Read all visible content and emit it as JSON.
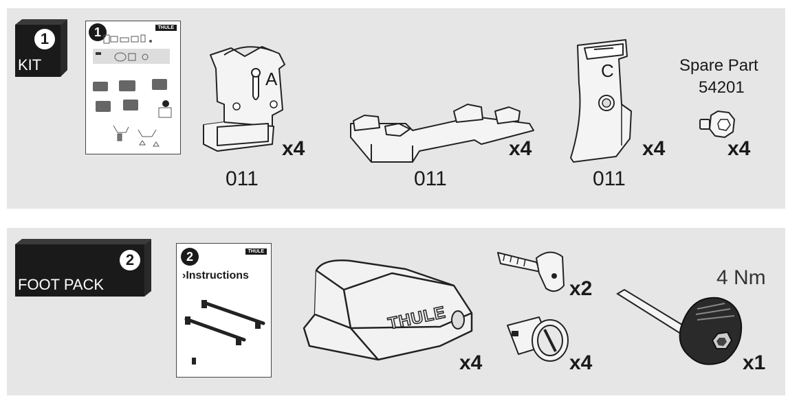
{
  "kit": {
    "step_number": "1",
    "label": "KIT",
    "doc_number": "1",
    "doc_brand": "THULE",
    "items": [
      {
        "name": "bracket-a",
        "qty": "x4",
        "code": "011",
        "letter": "A"
      },
      {
        "name": "base-plate",
        "qty": "x4",
        "code": "011"
      },
      {
        "name": "clip-c",
        "qty": "x4",
        "code": "011",
        "letter": "C"
      },
      {
        "name": "spare-screw",
        "qty": "x4",
        "title_line1": "Spare Part",
        "title_line2": "54201"
      }
    ]
  },
  "foot_pack": {
    "step_number": "2",
    "label": "FOOT PACK",
    "doc_number": "2",
    "doc_brand": "THULE",
    "doc_title": "›Instructions",
    "items": [
      {
        "name": "foot",
        "qty": "x4",
        "logo": "THULE"
      },
      {
        "name": "key",
        "qty": "x2"
      },
      {
        "name": "lock-cylinder",
        "qty": "x4"
      },
      {
        "name": "torque-tool",
        "qty": "x1",
        "torque": "4 Nm"
      }
    ]
  }
}
